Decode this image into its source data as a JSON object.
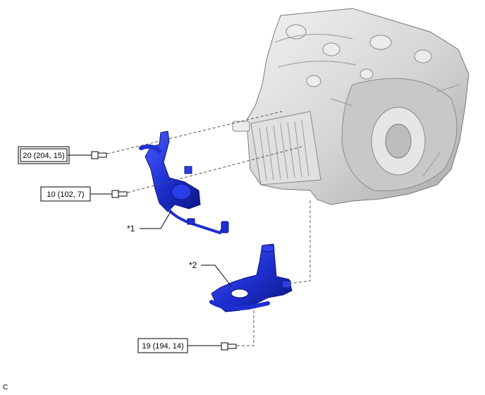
{
  "torque_specs": {
    "spec_1": "20 (204, 15)",
    "spec_2": "10 (102, 7)",
    "spec_3": "19 (194, 14)"
  },
  "callouts": {
    "part_1": "*1",
    "part_2": "*2"
  },
  "illustration_code": "C",
  "colors": {
    "part_blue": "#1e2fd0",
    "part_blue_dark": "#0d1680",
    "housing_gray": "#d9d9d9",
    "housing_shadow": "#9a9a9a",
    "line": "#000000"
  }
}
